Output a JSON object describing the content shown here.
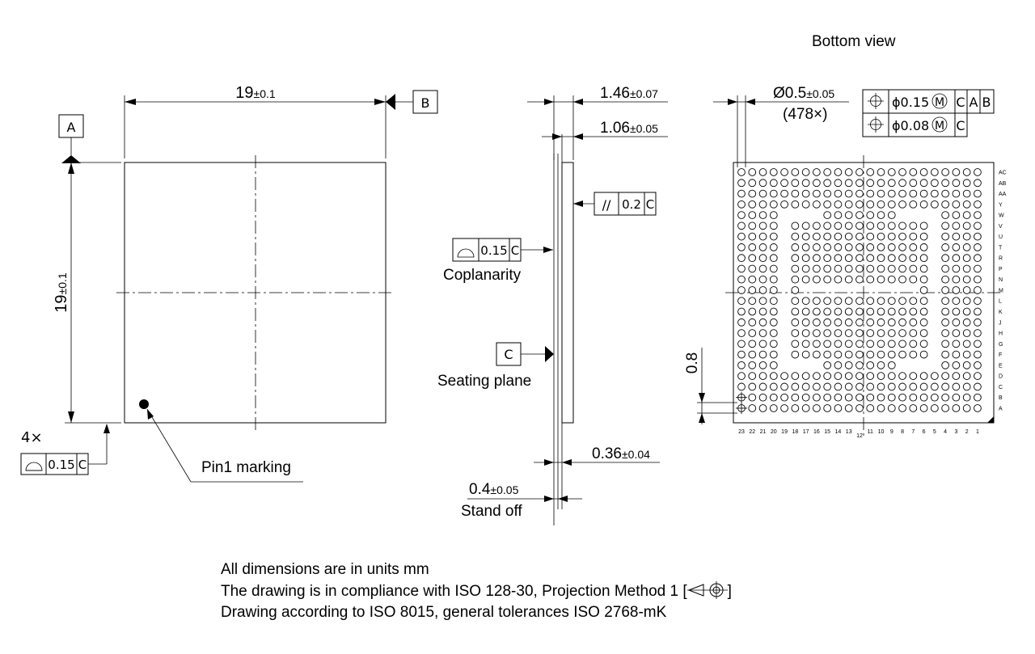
{
  "views": {
    "bottom_title": "Bottom view"
  },
  "top_view": {
    "width_nominal": "19",
    "width_tol": "±0.1",
    "height_nominal": "19",
    "height_tol": "±0.1",
    "datum_a": "A",
    "datum_b": "B",
    "count": "4×",
    "fcf_value": "0.15",
    "fcf_datum": "C",
    "pin1_label": "Pin1 marking"
  },
  "side_view": {
    "total_height_nominal": "1.46",
    "total_height_tol": "±0.07",
    "body_nominal": "1.06",
    "body_tol": "±0.05",
    "parallel_symbol": "//",
    "parallel_value": "0.2",
    "parallel_datum": "C",
    "coplanarity_value": "0.15",
    "coplanarity_datum": "C",
    "coplanarity_label": "Coplanarity",
    "seating_datum": "C",
    "seating_label": "Seating plane",
    "ball_height_nominal": "0.36",
    "ball_height_tol": "±0.04",
    "standoff_nominal": "0.4",
    "standoff_tol": "±0.05",
    "standoff_label": "Stand off"
  },
  "bottom_view": {
    "ball_diameter": "Ø0.5",
    "ball_diameter_tol": "±0.05",
    "ball_count": "(478×)",
    "fcf1_value": "ϕ0.15",
    "fcf1_modifier": "M",
    "fcf1_datums": [
      "C",
      "A",
      "B"
    ],
    "fcf2_value": "ϕ0.08",
    "fcf2_modifier": "M",
    "fcf2_datum": "C",
    "pitch": "0.8",
    "row_labels": [
      "AC",
      "AB",
      "AA",
      "Y",
      "W",
      "V",
      "U",
      "T",
      "R",
      "P",
      "N",
      "M",
      "L",
      "K",
      "J",
      "H",
      "G",
      "F",
      "E",
      "D",
      "C",
      "B",
      "A"
    ],
    "col_labels": [
      "23",
      "22",
      "21",
      "20",
      "19",
      "18",
      "17",
      "16",
      "15",
      "14",
      "13",
      "12",
      "11",
      "10",
      "9",
      "8",
      "7",
      "6",
      "5",
      "4",
      "3",
      "2",
      "1"
    ]
  },
  "notes": {
    "line1": "All dimensions are in units mm",
    "line2_prefix": "The drawing is in compliance with ISO 128-30, Projection Method 1 [",
    "line2_suffix": "]",
    "line3": "Drawing according to ISO 8015, general tolerances ISO 2768-mK"
  }
}
